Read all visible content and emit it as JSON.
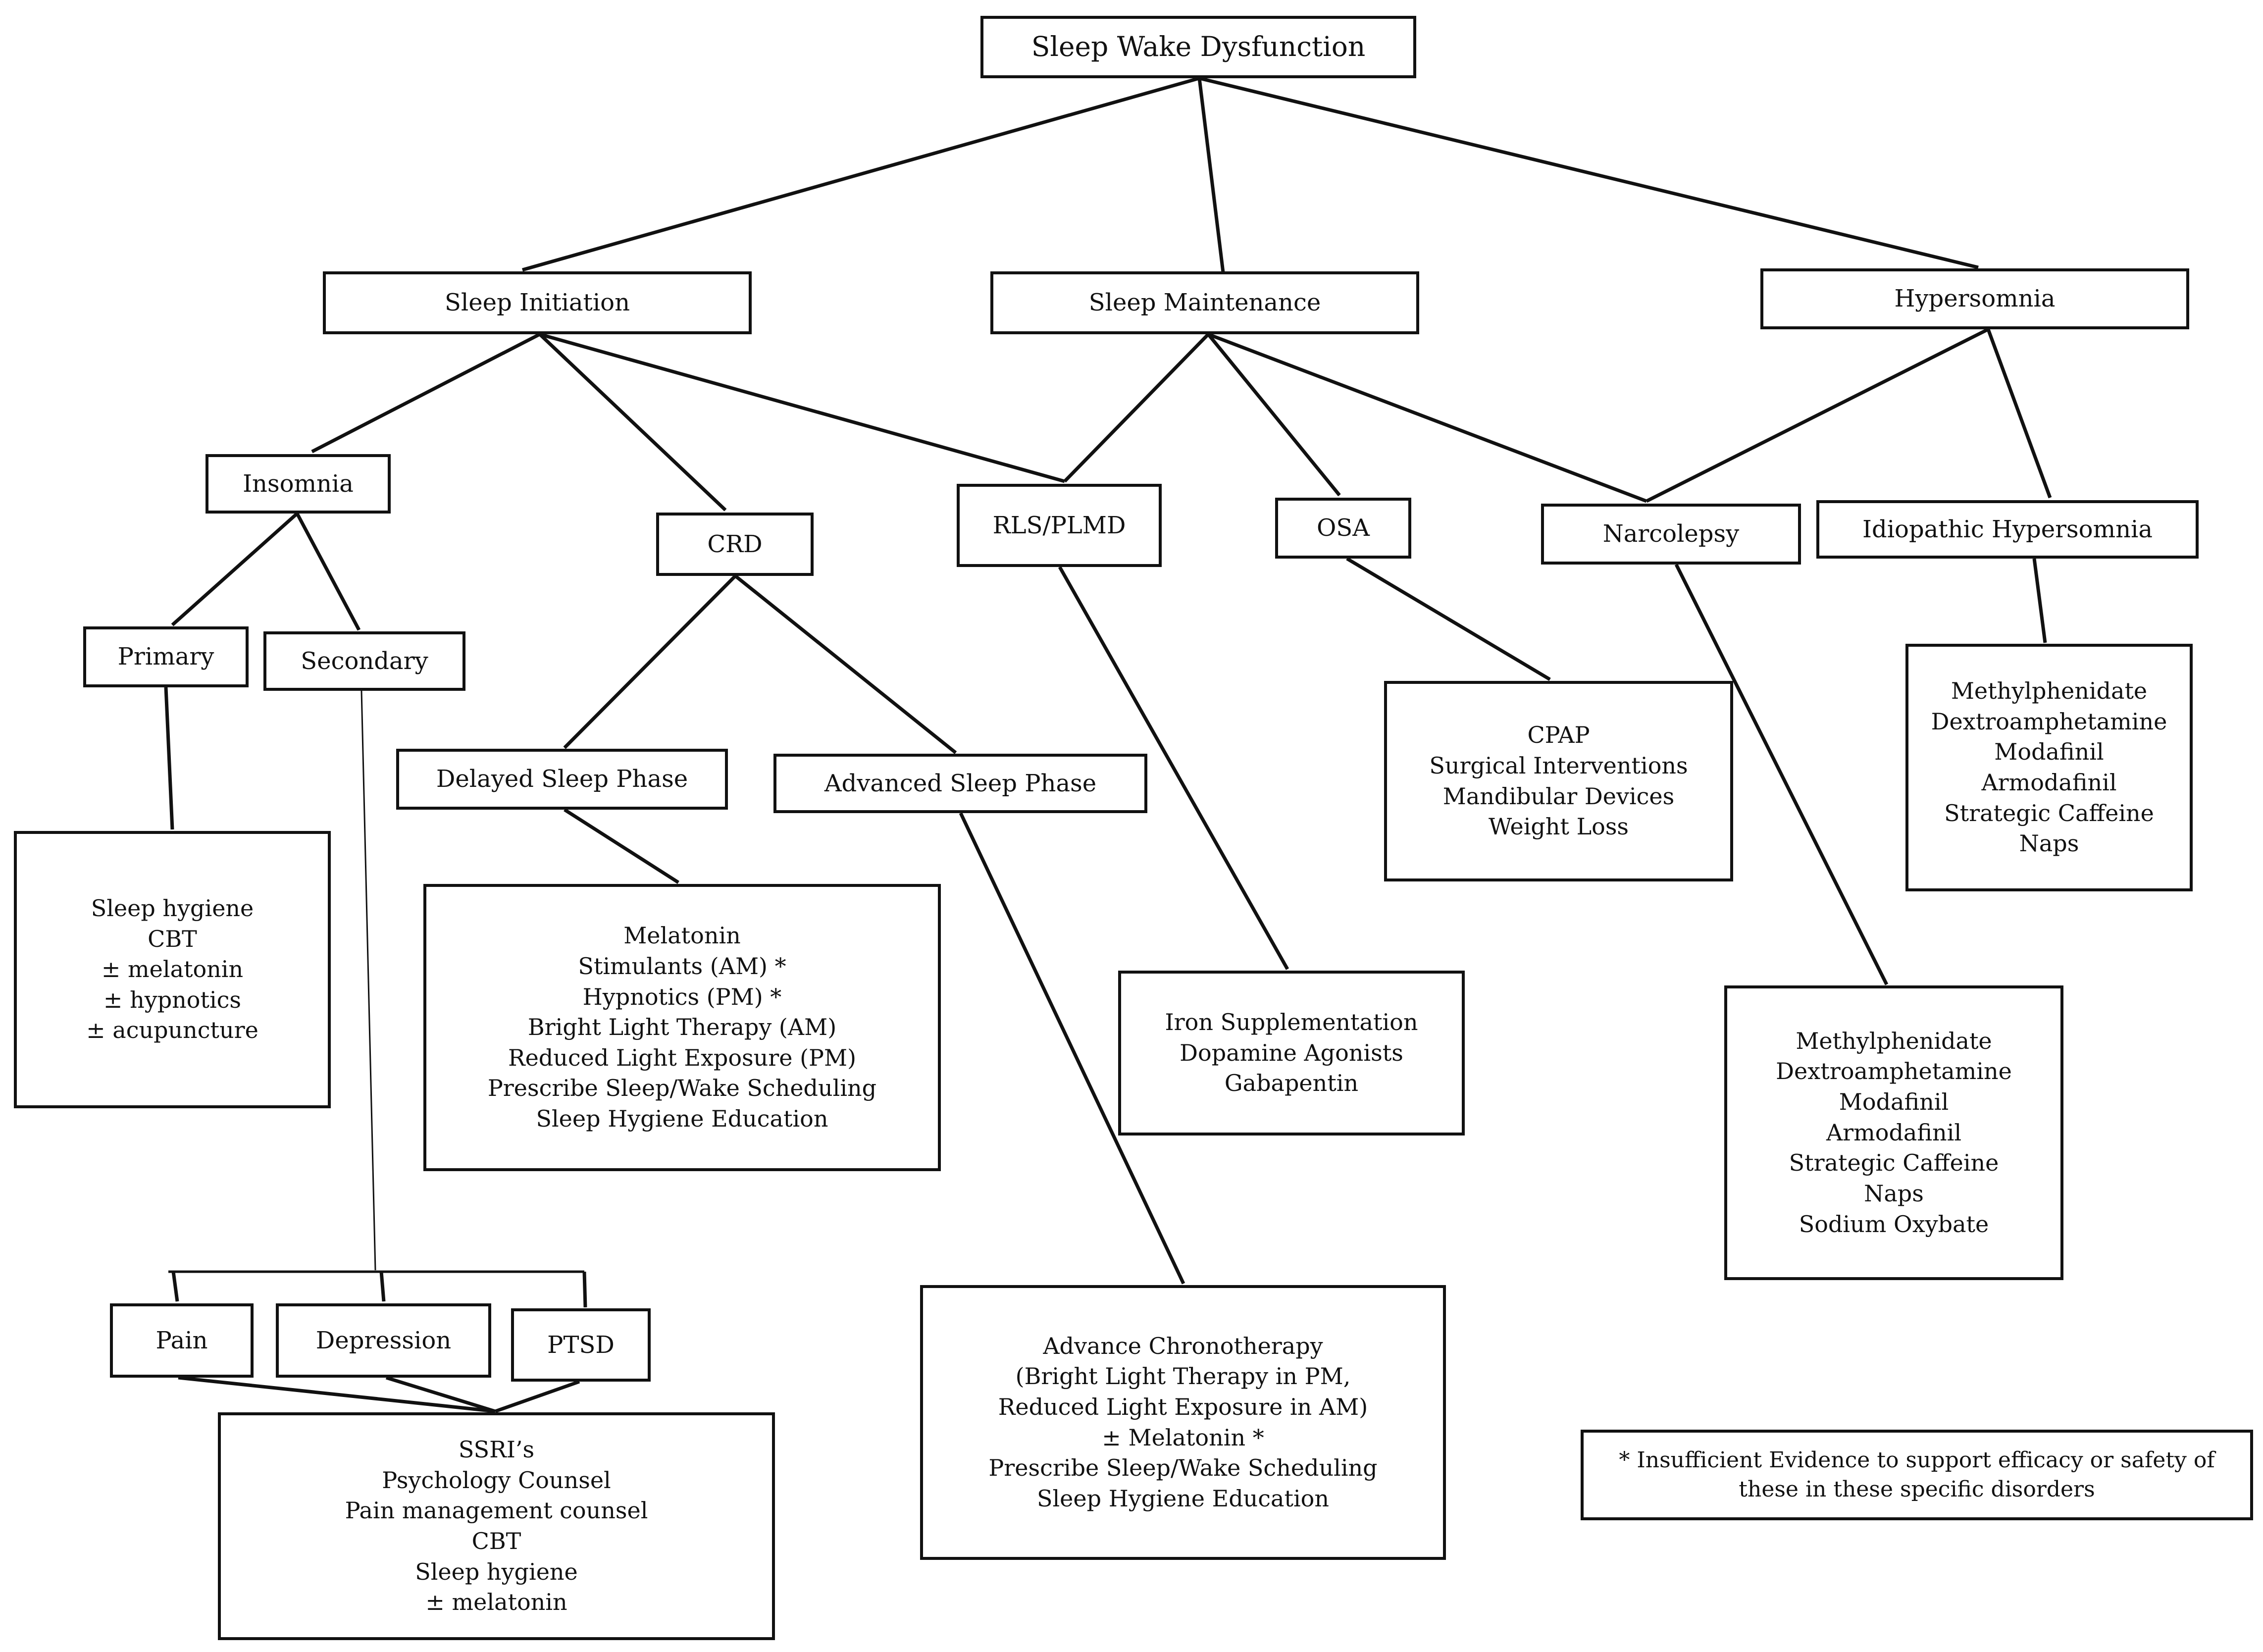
{
  "diagram": {
    "root": "Sleep Wake Dysfunction",
    "categories": {
      "initiation": "Sleep Initiation",
      "maintenance": "Sleep Maintenance",
      "hypersomnia": "Hypersomnia"
    },
    "disorders": {
      "insomnia": "Insomnia",
      "crd": "CRD",
      "rls": "RLS/PLMD",
      "osa": "OSA",
      "narcolepsy": "Narcolepsy",
      "idiopathic": "Idiopathic Hypersomnia"
    },
    "insomnia_types": {
      "primary": "Primary",
      "secondary": "Secondary"
    },
    "crd_types": {
      "delayed": "Delayed Sleep Phase",
      "advanced": "Advanced Sleep Phase"
    },
    "secondary_causes": {
      "pain": "Pain",
      "depression": "Depression",
      "ptsd": "PTSD"
    },
    "treatments": {
      "primary": [
        "Sleep hygiene",
        "CBT",
        "± melatonin",
        "± hypnotics",
        "± acupuncture"
      ],
      "delayed": [
        "Melatonin",
        "Stimulants (AM) *",
        "Hypnotics (PM) *",
        "Bright Light Therapy (AM)",
        "Reduced Light Exposure (PM)",
        "Prescribe Sleep/Wake Scheduling",
        "Sleep Hygiene Education"
      ],
      "rls": [
        "Iron Supplementation",
        "Dopamine Agonists",
        "Gabapentin"
      ],
      "osa": [
        "CPAP",
        "Surgical Interventions",
        "Mandibular Devices",
        "Weight Loss"
      ],
      "idiopathic": [
        "Methylphenidate",
        "Dextroamphetamine",
        "Modafinil",
        "Armodafinil",
        "Strategic Caffeine",
        "Naps"
      ],
      "narcolepsy": [
        "Methylphenidate",
        "Dextroamphetamine",
        "Modafinil",
        "Armodafinil",
        "Strategic Caffeine",
        "Naps",
        "Sodium Oxybate"
      ],
      "advanced": [
        "Advance Chronotherapy",
        "(Bright Light Therapy in PM,",
        "Reduced Light Exposure in AM)",
        "± Melatonin *",
        "Prescribe Sleep/Wake Scheduling",
        "Sleep Hygiene Education"
      ],
      "secondary": [
        "SSRI’s",
        "Psychology Counsel",
        "Pain management counsel",
        "CBT",
        "Sleep hygiene",
        "± melatonin"
      ]
    },
    "footnote": [
      "* Insufficient Evidence to support efficacy or safety of",
      "these in these specific disorders"
    ]
  },
  "colors": {
    "stroke": "#111111",
    "background": "#ffffff"
  }
}
